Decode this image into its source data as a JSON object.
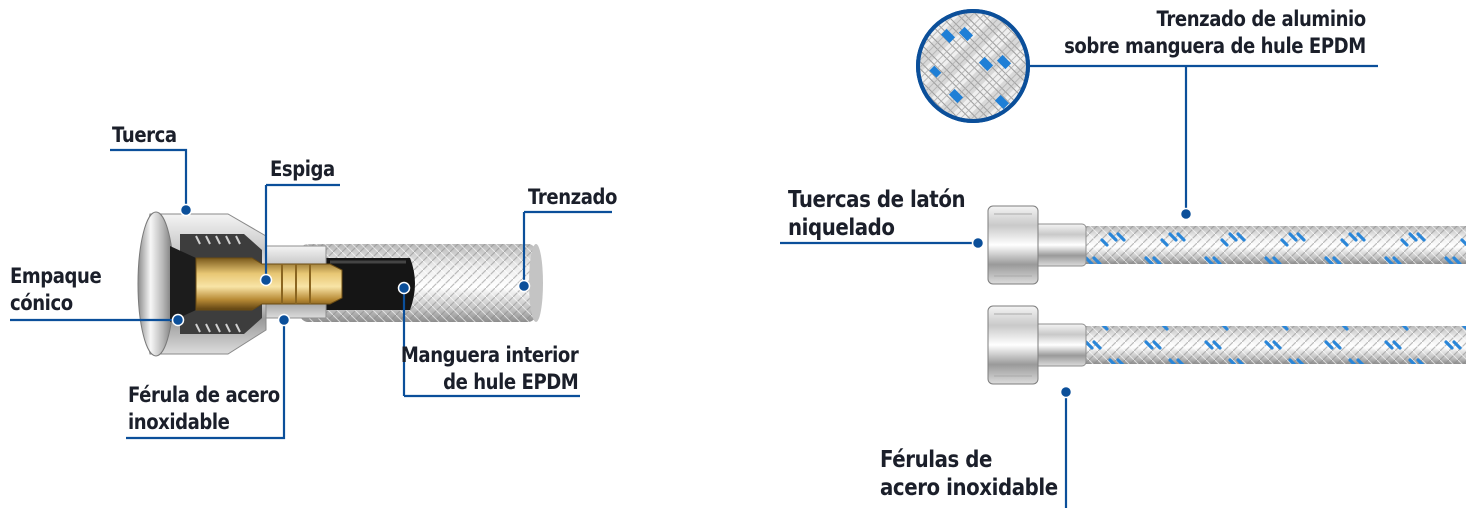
{
  "colors": {
    "leader": "#0b4f9a",
    "text": "#1b1f2a",
    "braid_accent": "#2a86d8"
  },
  "left_diagram": {
    "labels": {
      "tuerca": "Tuerca",
      "espiga": "Espiga",
      "trenzado": "Trenzado",
      "empaque": [
        "Empaque",
        "cónico"
      ],
      "ferula": [
        "Férula de acero",
        "inoxidable"
      ],
      "manguera": [
        "Manguera interior",
        "de hule EPDM"
      ]
    }
  },
  "right_diagram": {
    "labels": {
      "trenzado_aluminio": [
        "Trenzado de aluminio",
        "sobre manguera de hule EPDM"
      ],
      "tuercas_laton": [
        "Tuercas de latón",
        "niquelado"
      ],
      "ferulas": [
        "Férulas de",
        "acero inoxidable"
      ]
    }
  }
}
